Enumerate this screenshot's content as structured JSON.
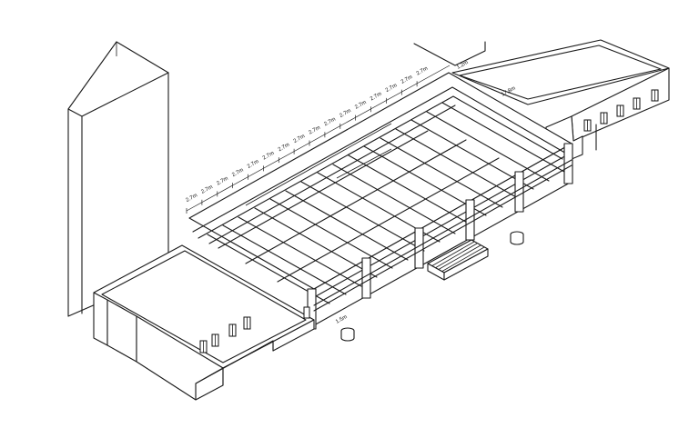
{
  "drawing": {
    "dimensions": {
      "bay_label": "2.7m",
      "bay_count": 16,
      "end_label": "1.2m",
      "width_label": "17.8m",
      "stair_label": "1.5m"
    }
  }
}
